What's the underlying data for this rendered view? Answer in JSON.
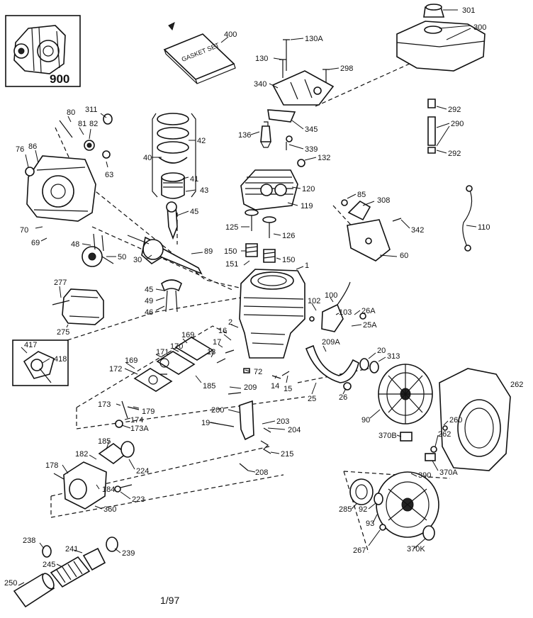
{
  "inset_900": "900",
  "gasket_set_text": "GASKET SET",
  "footer_date": "1/97",
  "callouts": [
    "301",
    "300",
    "400",
    "130A",
    "130",
    "298",
    "340",
    "292",
    "290",
    "292b",
    "345",
    "136",
    "339",
    "132",
    "80",
    "311",
    "81",
    "82",
    "76",
    "86",
    "63",
    "42",
    "40",
    "41",
    "43",
    "120",
    "119",
    "85",
    "308",
    "342",
    "110",
    "45",
    "125",
    "126",
    "70",
    "69",
    "48",
    "50",
    "30",
    "89",
    "150",
    "151",
    "150b",
    "60",
    "1",
    "277",
    "45b",
    "49",
    "46",
    "275",
    "100",
    "102",
    "26A",
    "103",
    "25A",
    "169",
    "170",
    "171",
    "18",
    "17",
    "16",
    "2",
    "209A",
    "20",
    "313",
    "417",
    "418",
    "172",
    "169b",
    "185",
    "72",
    "14",
    "15",
    "25",
    "26",
    "262",
    "209",
    "90",
    "173",
    "179",
    "174",
    "173A",
    "200",
    "19",
    "203",
    "204",
    "260",
    "370B",
    "262b",
    "182",
    "185b",
    "224",
    "215",
    "370A",
    "178",
    "184",
    "223",
    "208",
    "390",
    "360",
    "285",
    "92",
    "93",
    "238",
    "241",
    "239",
    "267",
    "370K",
    "250",
    "245"
  ],
  "labels": {
    "301": "301",
    "300": "300",
    "400": "400",
    "130A": "130A",
    "130": "130",
    "298": "298",
    "340": "340",
    "292": "292",
    "290": "290",
    "292b": "292",
    "345": "345",
    "136": "136",
    "339": "339",
    "132": "132",
    "80": "80",
    "311": "311",
    "81": "81",
    "82": "82",
    "76": "76",
    "86": "86",
    "63": "63",
    "42": "42",
    "40": "40",
    "41": "41",
    "43": "43",
    "120": "120",
    "119": "119",
    "85": "85",
    "308": "308",
    "342": "342",
    "110": "110",
    "45": "45",
    "125": "125",
    "126": "126",
    "70": "70",
    "69": "69",
    "48": "48",
    "50": "50",
    "30": "30",
    "89": "89",
    "150": "150",
    "151": "151",
    "150b": "150",
    "60": "60",
    "1": "1",
    "277": "277",
    "45b": "45",
    "49": "49",
    "46": "46",
    "275": "275",
    "100": "100",
    "102": "102",
    "26A": "26A",
    "103": "103",
    "25A": "25A",
    "169": "169",
    "170": "170",
    "171": "171",
    "18": "18",
    "17": "17",
    "16": "16",
    "2": "2",
    "209A": "209A",
    "20": "20",
    "313": "313",
    "417": "417",
    "418": "418",
    "172": "172",
    "169b": "169",
    "185": "185",
    "72": "72",
    "14": "14",
    "15": "15",
    "25": "25",
    "26": "26",
    "262": "262",
    "209": "209",
    "90": "90",
    "173": "173",
    "179": "179",
    "174": "174",
    "173A": "173A",
    "200": "200",
    "19": "19",
    "203": "203",
    "204": "204",
    "260": "260",
    "370B": "370B",
    "262b": "262",
    "182": "182",
    "185b": "185",
    "224": "224",
    "215": "215",
    "370A": "370A",
    "178": "178",
    "184": "184",
    "223": "223",
    "208": "208",
    "390": "390",
    "360": "360",
    "285": "285",
    "92": "92",
    "93": "93",
    "238": "238",
    "241": "241",
    "239": "239",
    "267": "267",
    "370K": "370K",
    "250": "250",
    "245": "245"
  }
}
